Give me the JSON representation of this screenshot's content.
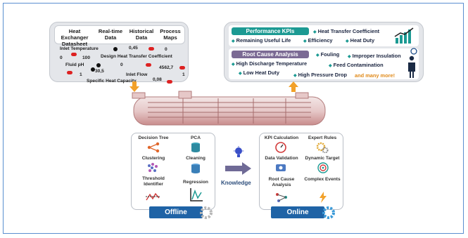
{
  "data_panel": {
    "headers": [
      "Heat Exchanger Datasheet",
      "Real-time Data",
      "Historical Data",
      "Process Maps"
    ],
    "values": [
      "Inlet Temperature",
      "0,45",
      "0",
      "0",
      "100",
      "Design Heat Transfer Coefficient",
      "Fluid pH",
      "0",
      "4562,7",
      "30,5",
      "1",
      "Inlet Flow",
      "1",
      "Specific Heat Capacity",
      "0,08"
    ]
  },
  "kpi_panel": {
    "title": "Performance KPIs",
    "items": [
      "Heat Transfer Coefficient",
      "Remaining Useful Life",
      "Efficiency",
      "Heat Duty"
    ]
  },
  "rca_panel": {
    "title": "Root Cause Analysis",
    "items": [
      "Fouling",
      "Improper Insulation",
      "High Discharge Temperature",
      "Feed Contamination",
      "Low Heat Duty",
      "High Pressure Drop"
    ],
    "more": "and many more!"
  },
  "offline": {
    "label": "Offline",
    "items": [
      "Decision Tree",
      "PCA",
      "Clustering",
      "Cleaning",
      "Threshold Identifier",
      "Regression"
    ]
  },
  "online": {
    "label": "Online",
    "items": [
      "KPI Calculation",
      "Expert Rules",
      "Data Validation",
      "Dynamic Target",
      "Root Cause Analysis",
      "Complex Events"
    ]
  },
  "knowledge_label": "Knowledge",
  "colors": {
    "teal": "#1c9a93",
    "purple": "#7b6a94",
    "blue_bar": "#1f63a6",
    "orange": "#e08a1a",
    "exchanger": "#c98c8c"
  }
}
